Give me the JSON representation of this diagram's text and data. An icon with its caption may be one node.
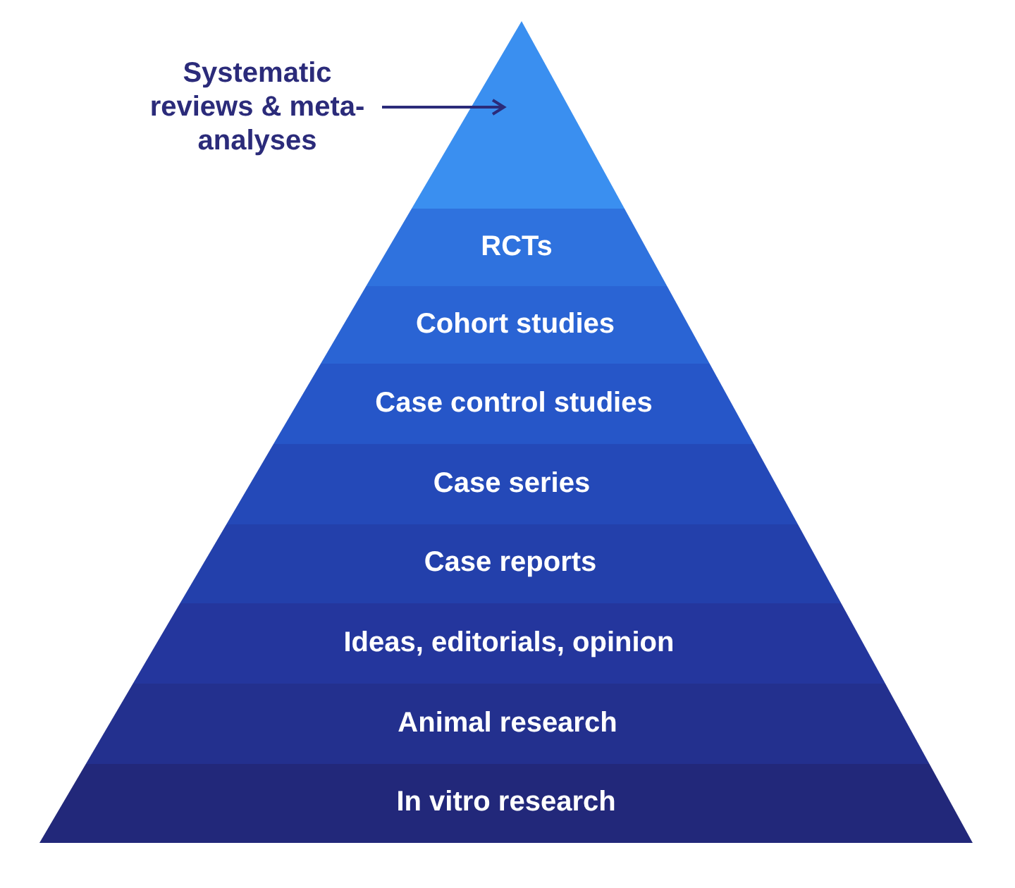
{
  "diagram": {
    "nodes": [
      {
        "text": [
          "Systematic reviews & meta-analyses"
        ]
      },
      {
        "text": [],
        "shape": "triangle"
      },
      {
        "text": [
          "RCTs"
        ]
      },
      {
        "text": [
          "Cohort studies"
        ]
      },
      {
        "text": [
          "Case control studies"
        ]
      },
      {
        "text": [
          "Case series"
        ]
      },
      {
        "text": [
          "Case reports"
        ]
      },
      {
        "text": [
          "Ideas, editorials, opinion"
        ]
      },
      {
        "text": [
          "Animal research"
        ]
      },
      {
        "text": [
          "In vitro research"
        ]
      }
    ],
    "edges": [
      {
        "from": 0,
        "to": 1,
        "arrow": "to"
      }
    ]
  }
}
